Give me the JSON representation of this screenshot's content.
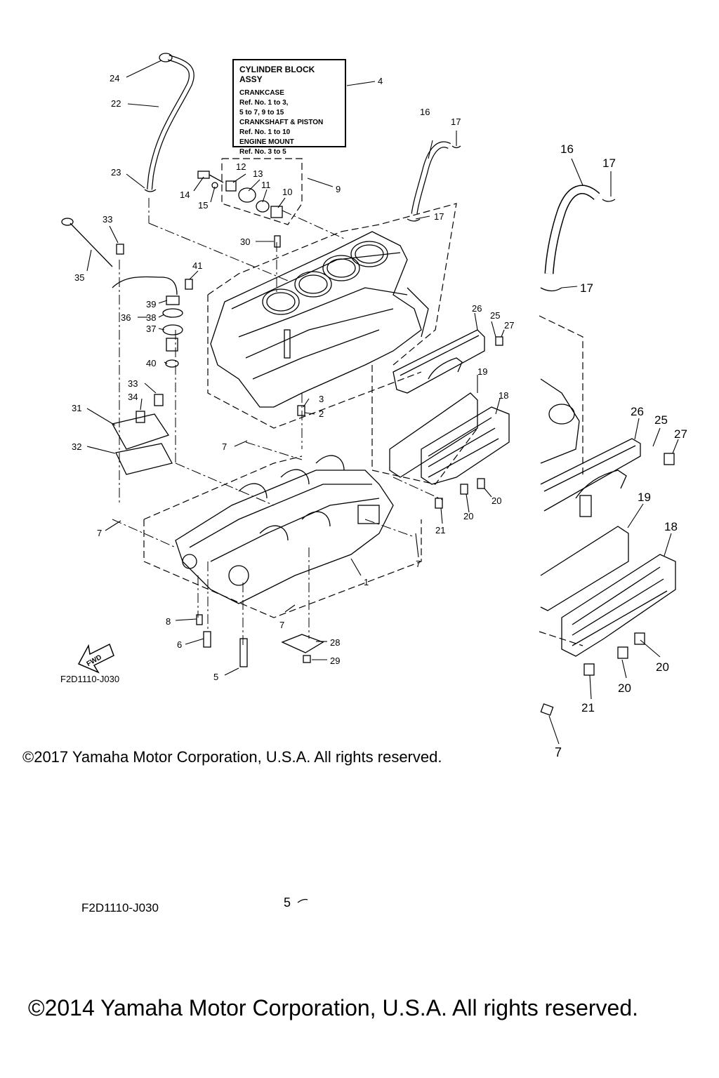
{
  "header_box": {
    "title": "CYLINDER BLOCK ASSY",
    "lines": [
      "CRANKCASE",
      "Ref. No. 1 to 3,",
      "5 to 7, 9 to 15",
      "CRANKSHAFT & PISTON",
      "Ref. No. 1 to 10",
      "ENGINE MOUNT",
      "Ref. No. 3 to 5"
    ]
  },
  "fwd_label": "FWD",
  "diagram_code": "F2D1110-J030",
  "diagram_code_large": "F2D1110-J030",
  "copyright_small": "©2017 Yamaha Motor Corporation, U.S.A. All rights reserved.",
  "copyright_large": "©2014 Yamaha Motor Corporation, U.S.A. All rights reserved.",
  "callouts": {
    "c1": "1",
    "c2": "2",
    "c3": "3",
    "c4": "4",
    "c5": "5",
    "c6": "6",
    "c7a": "7",
    "c7b": "7",
    "c7c": "7",
    "c7d": "7",
    "c8": "8",
    "c9": "9",
    "c10": "10",
    "c11": "11",
    "c12": "12",
    "c13": "13",
    "c14": "14",
    "c15": "15",
    "c16": "16",
    "c17a": "17",
    "c17b": "17",
    "c18": "18",
    "c19": "19",
    "c20a": "20",
    "c20b": "20",
    "c21": "21",
    "c22": "22",
    "c23": "23",
    "c24": "24",
    "c25": "25",
    "c26": "26",
    "c27": "27",
    "c28": "28",
    "c29": "29",
    "c30": "30",
    "c31": "31",
    "c32": "32",
    "c33a": "33",
    "c33b": "33",
    "c34": "34",
    "c35": "35",
    "c36": "36",
    "c37": "37",
    "c38": "38",
    "c39": "39",
    "c40": "40",
    "c41": "41"
  },
  "callouts_right": {
    "r16": "16",
    "r17a": "17",
    "r17b": "17",
    "r26": "26",
    "r25": "25",
    "r27": "27",
    "r19": "19",
    "r18": "18",
    "r20a": "20",
    "r20b": "20",
    "r21": "21",
    "r7": "7",
    "r5": "5"
  }
}
